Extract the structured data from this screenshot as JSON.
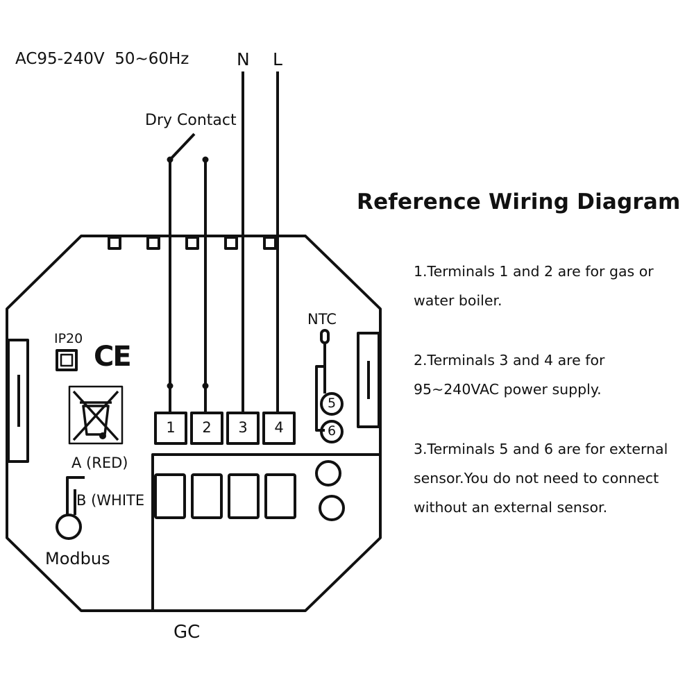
{
  "power_label": "AC95-240V  50~60Hz",
  "neutral_label": "N",
  "line_label": "L",
  "dry_contact_label": "Dry Contact",
  "diagram_title": "Reference Wiring Diagram",
  "ntc_label": "NTC",
  "ip_label": "IP20",
  "ce_mark": "CE",
  "terminals": [
    "1",
    "2",
    "3",
    "4"
  ],
  "sensor_terminals": [
    "5",
    "6"
  ],
  "modbus_a_label": "A (RED)",
  "modbus_b_label": "B (WHITE",
  "modbus_label": "Modbus",
  "gc_label": "GC",
  "notes": [
    {
      "line1": "1.Terminals 1 and 2 are for gas or",
      "line2": "water boiler."
    },
    {
      "line1": "2.Terminals 3 and 4 are for",
      "line2": "95~240VAC power supply."
    },
    {
      "line1": "3.Terminals 5 and 6 are for external",
      "line2": "sensor.You do not need to connect",
      "line3": "without an external sensor."
    }
  ]
}
